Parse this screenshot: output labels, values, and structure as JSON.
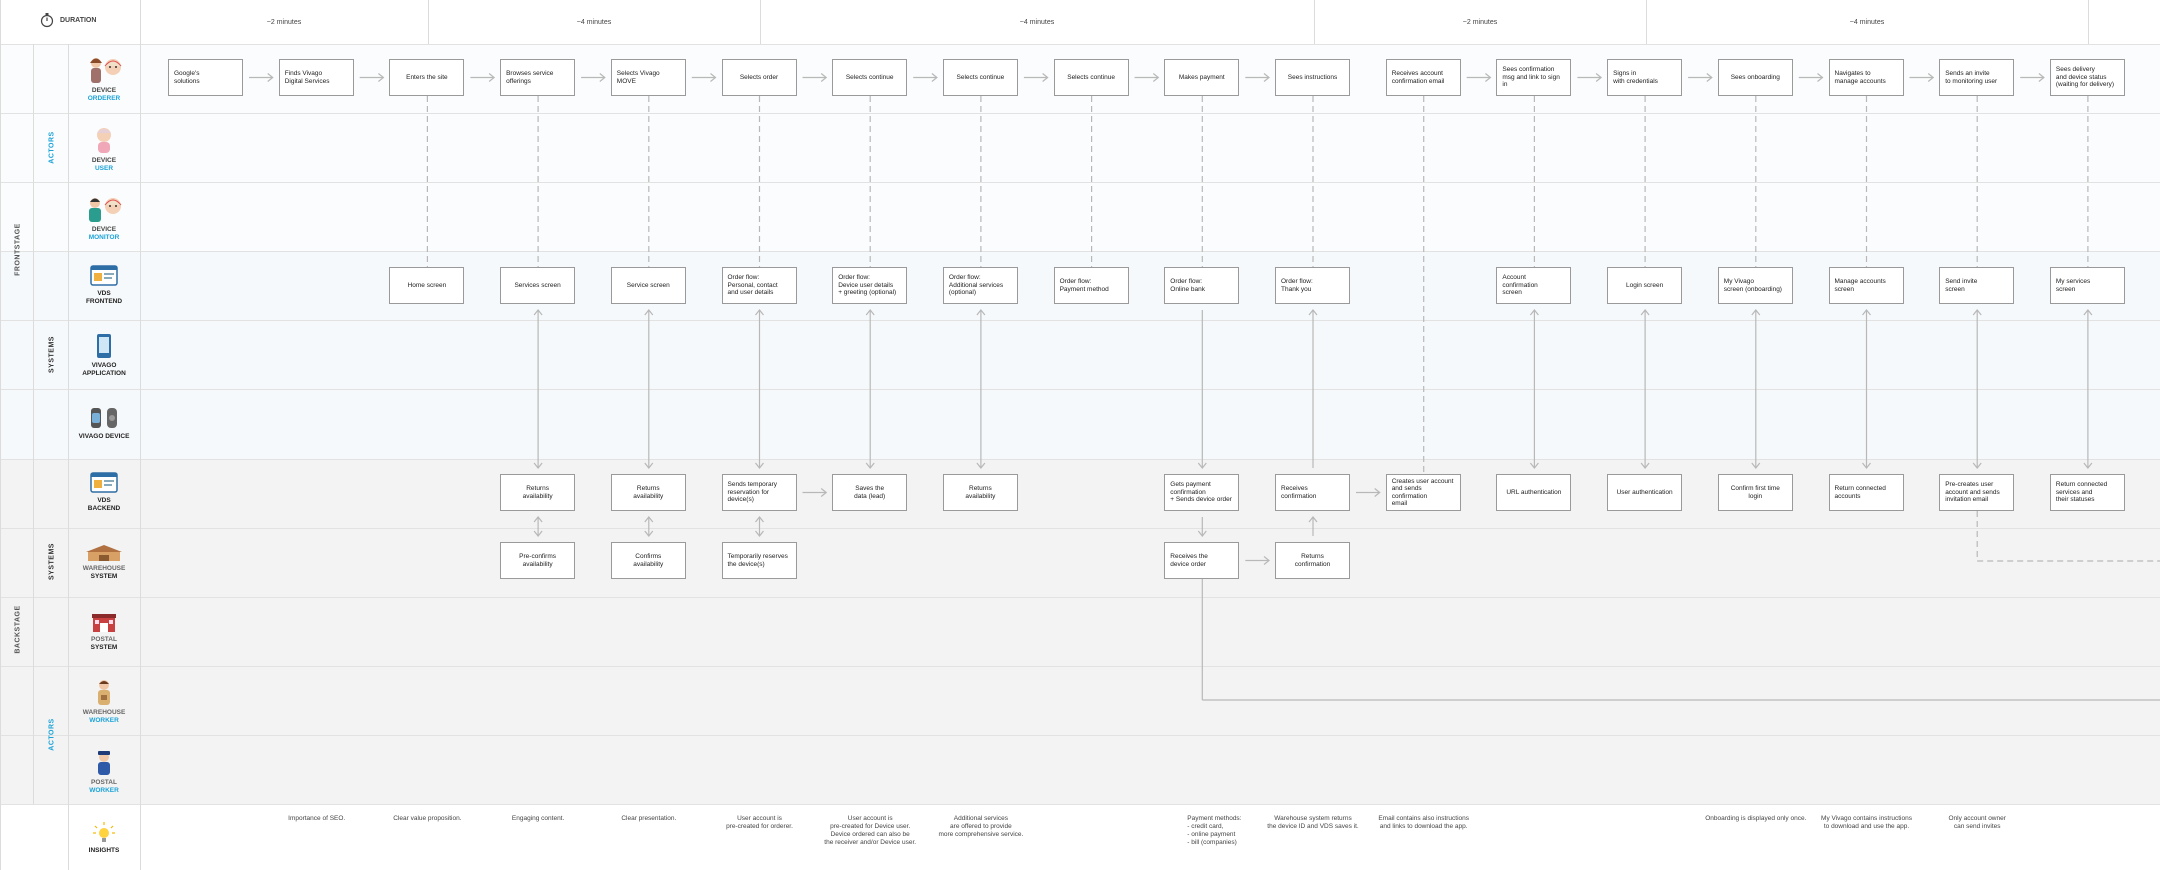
{
  "header": {
    "duration_label": "DURATION"
  },
  "durations": [
    {
      "label": "~2 minutes"
    },
    {
      "label": "~4 minutes"
    },
    {
      "label": "~4 minutes"
    },
    {
      "label": "~2 minutes"
    },
    {
      "label": "~4 minutes"
    }
  ],
  "section_labels": {
    "frontstage": "FRONTSTAGE",
    "backstage": "BACKSTAGE",
    "actors_front": "ACTORS",
    "systems_front": "SYSTEMS",
    "systems_back": "SYSTEMS",
    "actors_back": "ACTORS"
  },
  "rows": {
    "device_orderer": {
      "l1": "DEVICE",
      "l2": "ORDERER"
    },
    "device_user": {
      "l1": "DEVICE",
      "l2": "USER"
    },
    "device_monitor": {
      "l1": "DEVICE",
      "l2": "MONITOR"
    },
    "vds_frontend": {
      "l1": "VDS",
      "l2": "FRONTEND"
    },
    "vivago_application": {
      "l1": "VIVAGO",
      "l2": "APPLICATION"
    },
    "vivago_device": {
      "l1": "VIVAGO DEVICE"
    },
    "vds_backend": {
      "l1": "VDS",
      "l2": "BACKEND"
    },
    "warehouse_system": {
      "l1": "WAREHOUSE",
      "l2": "SYSTEM"
    },
    "postal_system": {
      "l1": "POSTAL",
      "l2": "SYSTEM"
    },
    "warehouse_worker": {
      "l1": "WAREHOUSE",
      "l2": "WORKER"
    },
    "postal_worker": {
      "l1": "POSTAL",
      "l2": "WORKER"
    },
    "insights": {
      "l1": "INSIGHTS"
    }
  },
  "orderer_steps": [
    "Google's\nsolutions",
    "Finds Vivago\nDigital Services",
    "Enters the site",
    "Browses service\nofferings",
    "Selects Vivago\nMOVE",
    "Selects order",
    "Selects continue",
    "Selects continue",
    "Selects continue",
    "Makes payment",
    "Sees instructions",
    "Receives account\nconfirmation email",
    "Sees confirmation\nmsg and link to sign in",
    "Signs in\nwith credentials",
    "Sees onboarding",
    "Navigates to\nmanage accounts",
    "Sends an invite\nto monitoring user",
    "Sees delivery\nand device status\n(waiting for delivery)"
  ],
  "frontend_steps": [
    {
      "col": 2,
      "text": "Home screen"
    },
    {
      "col": 3,
      "text": "Services screen"
    },
    {
      "col": 4,
      "text": "Service screen"
    },
    {
      "col": 5,
      "text": "Order flow:\nPersonal, contact\nand user details"
    },
    {
      "col": 6,
      "text": "Order flow:\nDevice user details\n+ greeting (optional)"
    },
    {
      "col": 7,
      "text": "Order flow:\nAdditional services\n(optional)"
    },
    {
      "col": 8,
      "text": "Order flow:\nPayment method"
    },
    {
      "col": 9,
      "text": "Order flow:\nOnline bank"
    },
    {
      "col": 10,
      "text": "Order flow:\nThank you"
    },
    {
      "col": 12,
      "text": "Account\nconfirmation\nscreen"
    },
    {
      "col": 13,
      "text": "Login screen"
    },
    {
      "col": 14,
      "text": "My Vivago\nscreen (onboarding)"
    },
    {
      "col": 15,
      "text": "Manage accounts\nscreen"
    },
    {
      "col": 16,
      "text": "Send invite\nscreen"
    },
    {
      "col": 17,
      "text": "My services\nscreen"
    }
  ],
  "backend_steps": [
    {
      "col": 3,
      "text": "Returns\navailability"
    },
    {
      "col": 4,
      "text": "Returns\navailability"
    },
    {
      "col": 5,
      "text": "Sends temporary\nreservation for device(s)"
    },
    {
      "col": 6,
      "text": "Saves the\ndata (lead)"
    },
    {
      "col": 7,
      "text": "Returns\navailability"
    },
    {
      "col": 9,
      "text": "Gets payment\nconfirmation\n+ Sends device order"
    },
    {
      "col": 10,
      "text": "Receives\nconfirmation"
    },
    {
      "col": 11,
      "text": "Creates user account\nand sends confirmation\nemail"
    },
    {
      "col": 12,
      "text": "URL authentication"
    },
    {
      "col": 13,
      "text": "User authentication"
    },
    {
      "col": 14,
      "text": "Confirm first time login"
    },
    {
      "col": 15,
      "text": "Return connected\naccounts"
    },
    {
      "col": 16,
      "text": "Pre-creates user\naccount and sends\ninvitation email"
    },
    {
      "col": 17,
      "text": "Return connected\nservices and\ntheir statuses"
    }
  ],
  "warehouse_steps": [
    {
      "col": 3,
      "text": "Pre-confirms\navailability"
    },
    {
      "col": 4,
      "text": "Confirms\navailability"
    },
    {
      "col": 5,
      "text": "Temporarily reserves\nthe device(s)"
    },
    {
      "col": 9,
      "text": "Receives the\ndevice order"
    },
    {
      "col": 10,
      "text": "Returns\nconfirmation"
    }
  ],
  "insights": [
    {
      "col": 1,
      "text": "Importance of SEO."
    },
    {
      "col": 2,
      "text": "Clear value proposition."
    },
    {
      "col": 3,
      "text": "Engaging content."
    },
    {
      "col": 4,
      "text": "Clear presentation."
    },
    {
      "col": 5,
      "text": "User account is\npre-created for orderer."
    },
    {
      "col": 6,
      "text": "User account is\npre-created for Device user.\nDevice ordered can also be\nthe receiver and/or Device user."
    },
    {
      "col": 7,
      "text": "Additional services\nare offered to provide\nmore comprehensive service."
    },
    {
      "col": 9,
      "text": "Payment methods:\n- credit card,\n- online payment\n- bill (companies)"
    },
    {
      "col": 10,
      "text": "Warehouse system returns\nthe device ID and VDS saves it."
    },
    {
      "col": 11,
      "text": "Email contains also instructions\nand links to download the app."
    },
    {
      "col": 14,
      "text": "Onboarding is displayed only once."
    },
    {
      "col": 15,
      "text": "My Vivago contains instructions\nto download and use the app."
    },
    {
      "col": 16,
      "text": "Only account owner\ncan send invites"
    }
  ],
  "colors": {
    "accent": "#1aa3d9",
    "grid": "#e2e2e2",
    "box_border": "#9a9a9a",
    "arrow": "#b8b8b8",
    "front_band": "#f7fafc",
    "back_band": "#f4f4f4"
  }
}
